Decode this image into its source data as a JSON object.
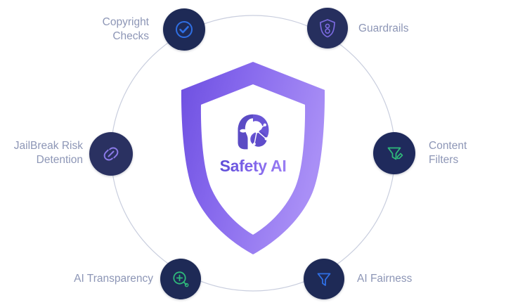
{
  "diagram": {
    "title": "Safety AI",
    "center": {
      "brand_name": "Safety AI",
      "logo_icon": "ai-helmet-head-icon",
      "shield_icon": "shield-outline",
      "colors": {
        "shield_light": "#9b7ff3",
        "shield_dark": "#7857e6",
        "brand_text": "#7b63e8"
      }
    },
    "ring": {
      "color": "#c9cede",
      "style": "thin-circle-outline"
    },
    "nodes": [
      {
        "id": "copyright-checks",
        "label": "Copyright\nChecks",
        "icon": "check-circle-icon",
        "icon_color": "#2f6fe4",
        "circle_color": "#1e2a56",
        "label_side": "left"
      },
      {
        "id": "guardrails",
        "label": "Guardrails",
        "icon": "shield-person-icon",
        "icon_color": "#7b6ae0",
        "circle_color": "#26305e",
        "label_side": "right"
      },
      {
        "id": "content-filters",
        "label": "Content\nFilters",
        "icon": "filter-edit-icon",
        "icon_color": "#2fb97a",
        "circle_color": "#1f2a5c",
        "label_side": "right"
      },
      {
        "id": "ai-fairness",
        "label": "AI Fairness",
        "icon": "funnel-icon",
        "icon_color": "#2f6fe4",
        "circle_color": "#1e2a56",
        "label_side": "right"
      },
      {
        "id": "ai-transparency",
        "label": "AI Transparency",
        "icon": "zoom-in-icon",
        "icon_color": "#2fb97a",
        "circle_color": "#1e2a56",
        "label_side": "left"
      },
      {
        "id": "jailbreak-risk-detention",
        "label": "JailBreak Risk\nDetention",
        "icon": "chain-link-icon",
        "icon_color": "#7b6ae0",
        "circle_color": "#2a3161",
        "label_side": "left"
      }
    ]
  }
}
